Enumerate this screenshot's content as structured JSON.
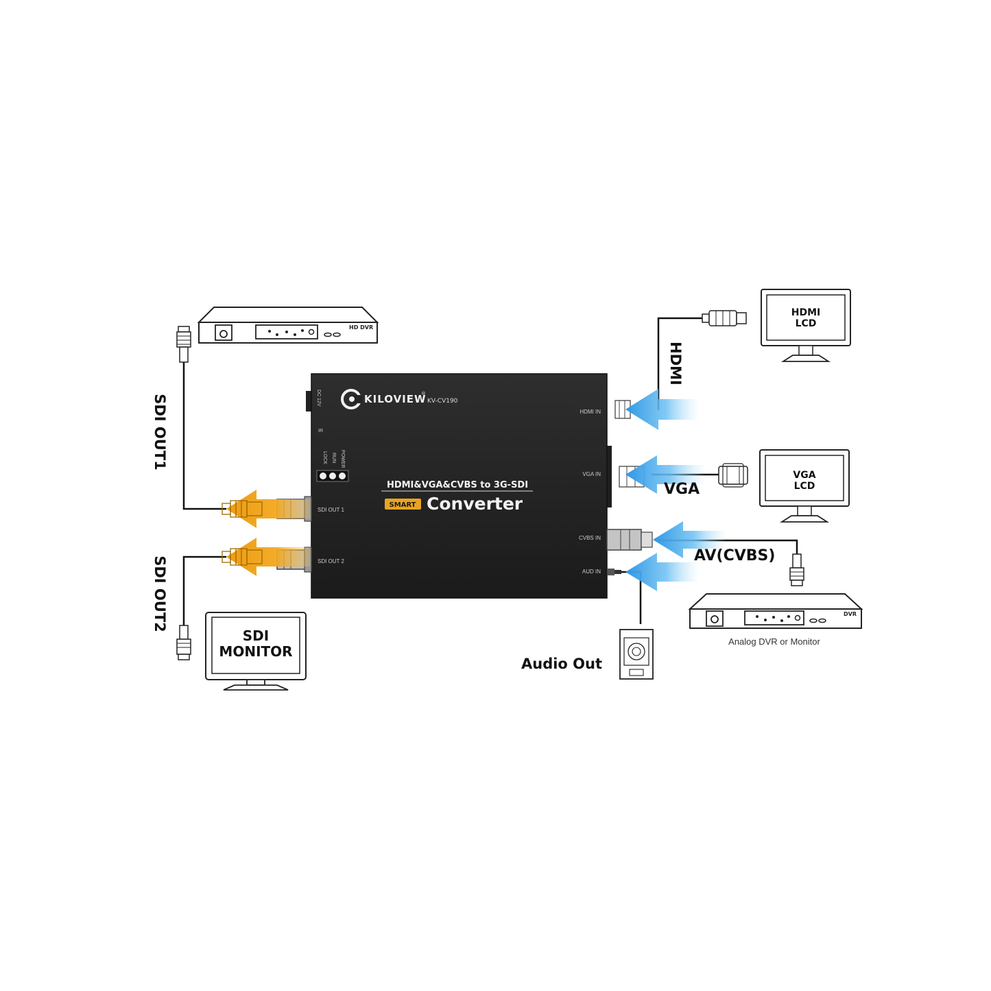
{
  "device": {
    "brand": "KILOVIEW",
    "registered": "®",
    "model": "KV-CV190",
    "headline": "HDMI&VGA&CVBS to 3G-SDI",
    "badge": "SMART",
    "product": "Converter",
    "left_ports": {
      "dc": "DC 12V",
      "ir": "IR",
      "power": "POWER",
      "run": "RUN",
      "lock": "LOCK",
      "sdi_out1": "SDI OUT 1",
      "sdi_out2": "SDI OUT 2"
    },
    "right_ports": {
      "hdmi_in": "HDMI IN",
      "vga_in": "VGA IN",
      "cvbs_in": "CVBS IN",
      "aud_in": "AUD IN"
    }
  },
  "labels": {
    "sdi_out1": "SDI OUT1",
    "sdi_out2": "SDI OUT2",
    "hdmi": "HDMI",
    "vga": "VGA",
    "av_cvbs": "AV(CVBS)",
    "audio_out": "Audio Out"
  },
  "peripherals": {
    "hd_dvr": "HD DVR",
    "sdi_monitor_line1": "SDI",
    "sdi_monitor_line2": "MONITOR",
    "hdmi_lcd_line1": "HDMI",
    "hdmi_lcd_line2": "LCD",
    "vga_lcd_line1": "VGA",
    "vga_lcd_line2": "LCD",
    "dvr": "DVR",
    "analog_caption": "Analog DVR or Monitor"
  },
  "colors": {
    "device_body": "#262626",
    "output_arrow": "#f0a21c",
    "input_arrow": "#3aa0e6",
    "badge": "#e8a421"
  }
}
